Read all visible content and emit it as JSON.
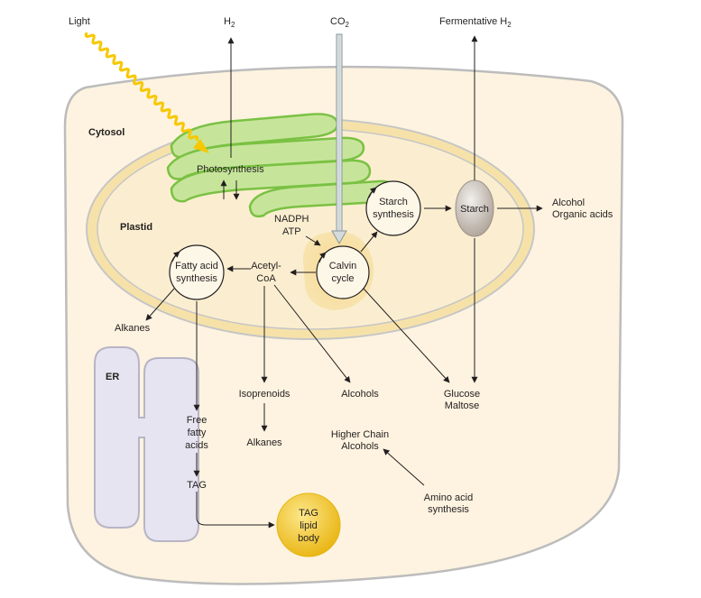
{
  "compartments": {
    "cytosol": "Cytosol",
    "plastid": "Plastid",
    "er": "ER"
  },
  "inputs": {
    "light": "Light",
    "co2": {
      "base": "CO",
      "sub": "2"
    },
    "h2": {
      "base": "H",
      "sub": "2"
    },
    "fermentative_h2": {
      "base": "Fermentative H",
      "sub": "2"
    }
  },
  "labels": {
    "photosynthesis": "Photosynthesis",
    "nadph": "NADPH",
    "atp": "ATP",
    "calvin_1": "Calvin",
    "calvin_2": "cycle",
    "starch_synth_1": "Starch",
    "starch_synth_2": "synthesis",
    "starch": "Starch",
    "alcohol": "Alcohol",
    "organic_acids": "Organic acids",
    "fatty_1": "Fatty acid",
    "fatty_2": "synthesis",
    "acetyl_1": "Acetyl-",
    "acetyl_2": "CoA",
    "alkanes_top": "Alkanes",
    "isoprenoids": "Isoprenoids",
    "alkanes_bottom": "Alkanes",
    "alcohols": "Alcohols",
    "glucose": "Glucose",
    "maltose": "Maltose",
    "higher_chain_1": "Higher Chain",
    "higher_chain_2": "Alcohols",
    "amino_1": "Amino acid",
    "amino_2": "synthesis",
    "ffa_1": "Free",
    "ffa_2": "fatty",
    "ffa_3": "acids",
    "tag": "TAG",
    "tag_body_1": "TAG",
    "tag_body_2": "lipid",
    "tag_body_3": "body"
  },
  "colors": {
    "cell_fill": "#fdf3e0",
    "cell_stroke": "#bcbcbc",
    "plastid_fill": "#fbeed0",
    "plastid_ring": "#f6e2a9",
    "thylakoid_fill": "#c6e59a",
    "thylakoid_stroke": "#7ac143",
    "light_wave": "#f7c800",
    "calvin_glow": "#f7dea0",
    "er_fill": "#e7e4f1",
    "er_stroke": "#b7b4c6",
    "lipid_body": "#f3c21a",
    "starch_granule": "#bdb3a9",
    "co2_arrow": "#d3dbdd"
  }
}
